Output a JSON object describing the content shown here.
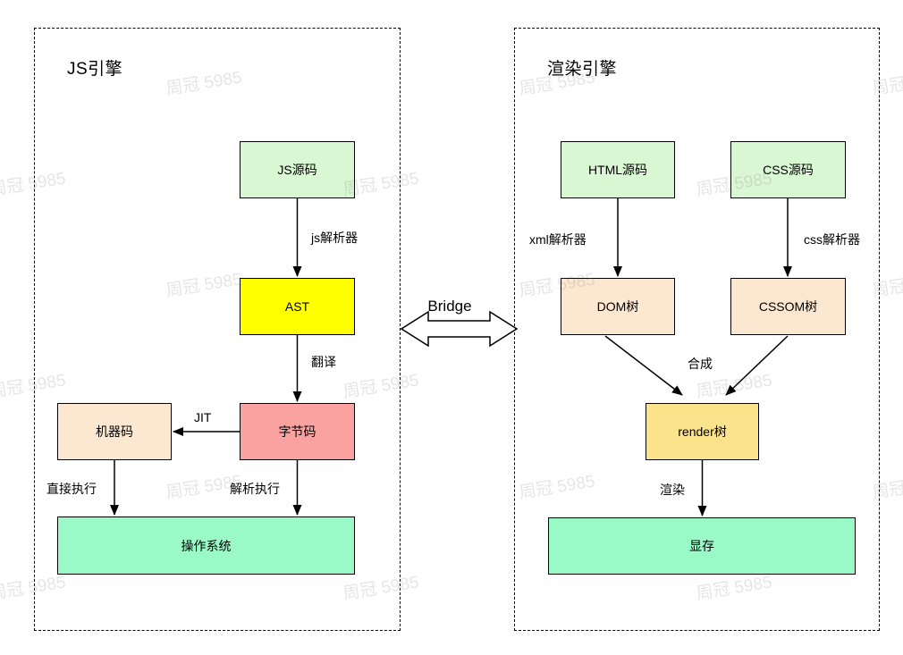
{
  "watermark": {
    "text": "周冠 5985"
  },
  "bridge": {
    "label": "Bridge"
  },
  "left_panel": {
    "title": "JS引擎",
    "nodes": [
      {
        "id": "js-source",
        "label": "JS源码",
        "color": "#d9f7d2"
      },
      {
        "id": "ast",
        "label": "AST",
        "color": "#ffff00"
      },
      {
        "id": "bytecode",
        "label": "字节码",
        "color": "#f9a29f"
      },
      {
        "id": "machine-code",
        "label": "机器码",
        "color": "#fce7d1"
      },
      {
        "id": "os",
        "label": "操作系统",
        "color": "#99fac8"
      }
    ],
    "edge_labels": [
      "js解析器",
      "翻译",
      "JIT",
      "直接执行",
      "解析执行"
    ]
  },
  "right_panel": {
    "title": "渲染引擎",
    "nodes": [
      {
        "id": "html-source",
        "label": "HTML源码",
        "color": "#d9f7d2"
      },
      {
        "id": "css-source",
        "label": "CSS源码",
        "color": "#d9f7d2"
      },
      {
        "id": "dom-tree",
        "label": "DOM树",
        "color": "#fce7d1"
      },
      {
        "id": "cssom-tree",
        "label": "CSSOM树",
        "color": "#fce7d1"
      },
      {
        "id": "render-tree",
        "label": "render树",
        "color": "#fbe38b"
      },
      {
        "id": "vram",
        "label": "显存",
        "color": "#99fac8"
      }
    ],
    "edge_labels": [
      "xml解析器",
      "css解析器",
      "合成",
      "渲染"
    ]
  }
}
